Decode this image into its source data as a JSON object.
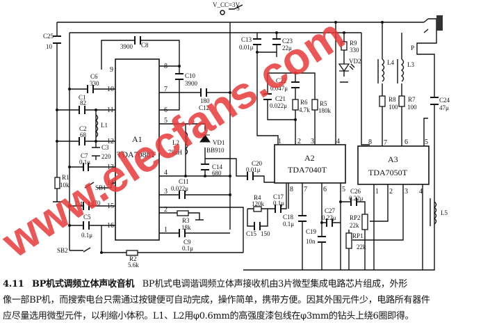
{
  "supply": {
    "label": "V_CC=3V",
    "switch": "S",
    "output": "P"
  },
  "chips": {
    "A1": {
      "ref": "A1",
      "part": "TDA7088T",
      "pins_left": [
        "9",
        "10",
        "11",
        "12",
        "13",
        "14",
        "15",
        "16"
      ],
      "pins_right": [
        "8",
        "7",
        "6",
        "5",
        "4",
        "3",
        "2",
        "1"
      ]
    },
    "A2": {
      "ref": "A2",
      "part": "TDA7040T",
      "pins_top": [
        "1",
        "2",
        "3",
        "4"
      ],
      "pins_bottom": [
        "8",
        "7",
        "6",
        "5"
      ]
    },
    "A3": {
      "ref": "A3",
      "part": "TDA7050T",
      "pins_top": [
        "8",
        "7",
        "6",
        "5"
      ],
      "pins_bottom": [
        "1",
        "2",
        "3",
        "4"
      ]
    }
  },
  "components": {
    "C25": {
      "ref": "C25",
      "value": "10"
    },
    "C8": {
      "ref": "C8",
      "value": "3900"
    },
    "C10": {
      "ref": "C10",
      "value": "3900"
    },
    "C12": {
      "ref": "C12",
      "value": "180"
    },
    "C6": {
      "ref": "C6",
      "value": "330"
    },
    "C1": {
      "ref": "C1",
      "value": "82"
    },
    "L1": {
      "ref": "L1"
    },
    "C2": {
      "ref": "C2",
      "value": "68"
    },
    "C3": {
      "ref": "C3",
      "value": "220"
    },
    "C7": {
      "ref": "C7",
      "value": "0.1μ"
    },
    "R1": {
      "ref": "R1",
      "value": "10k"
    },
    "SB1": {
      "ref": "SB1"
    },
    "C4": {
      "ref": "C4",
      "value": "470"
    },
    "C5": {
      "ref": "C5",
      "value": "0.1μ"
    },
    "SB2": {
      "ref": "SB2"
    },
    "R2": {
      "ref": "R2",
      "value": "5.6k"
    },
    "L2": {
      "ref": "L2",
      "value": "78nH"
    },
    "VD1": {
      "ref": "VD1",
      "value": "BB910"
    },
    "C14": {
      "ref": "C14",
      "value": "680"
    },
    "C11": {
      "ref": "C11",
      "value": "0.022μ"
    },
    "R3": {
      "ref": "R3",
      "value": "18k"
    },
    "C9": {
      "ref": "C9",
      "value": "0.1μ"
    },
    "C13": {
      "ref": "C13",
      "value": "0.01μ"
    },
    "C23": {
      "ref": "C23",
      "value": "22μ"
    },
    "C22": {
      "ref": "C22",
      "value": "0.047μ"
    },
    "C21": {
      "ref": "C21",
      "value": "0.022μ"
    },
    "R6": {
      "ref": "R6",
      "value": "4.7k"
    },
    "R5": {
      "ref": "R5",
      "value": "180k"
    },
    "R9": {
      "ref": "R9",
      "value": "330"
    },
    "VD2": {
      "ref": "VD2"
    },
    "L4": {
      "ref": "L4"
    },
    "L3": {
      "ref": "L3"
    },
    "R8": {
      "ref": "R8",
      "value": "100"
    },
    "R7": {
      "ref": "R7",
      "value": "100"
    },
    "C24": {
      "ref": "C24",
      "value": "47μ"
    },
    "L5": {
      "ref": "L5"
    },
    "C20": {
      "ref": "C20",
      "value": "0.01μ"
    },
    "R4": {
      "ref": "R4",
      "value": "120k"
    },
    "C17": {
      "ref": "C17",
      "value": "0.1μ"
    },
    "C15": {
      "ref": "C15",
      "value": "150"
    },
    "C18": {
      "ref": "C18",
      "value": "0.1μ"
    },
    "C19": {
      "ref": "C19",
      "value": "10n"
    },
    "C27": {
      "ref": "C27",
      "value": "0.22μ"
    },
    "C26": {
      "ref": "C26",
      "value": "0.22μ"
    },
    "RP2": {
      "ref": "RP2",
      "value": "22k"
    },
    "RP1": {
      "ref": "RP1",
      "value": "22k"
    }
  },
  "watermark": "www.elecfans.com",
  "caption": {
    "number": "4.11",
    "title": "BP机式调频立体声收音机",
    "line1": "BP机式电调谐调频立体声接收机由3片微型集成电路芯片组成，外形",
    "line2": "像一部BP机，而搜索电台只需通过按键便可自动完成，操作简单，携带方便。因其外围元件少，电路所有器件",
    "line3": "应尽量选用微型元件，以利缩小体积。L1、L2用φ0.6mm的高强度漆包线在φ3mm的钻头上绕6圈即得。"
  }
}
